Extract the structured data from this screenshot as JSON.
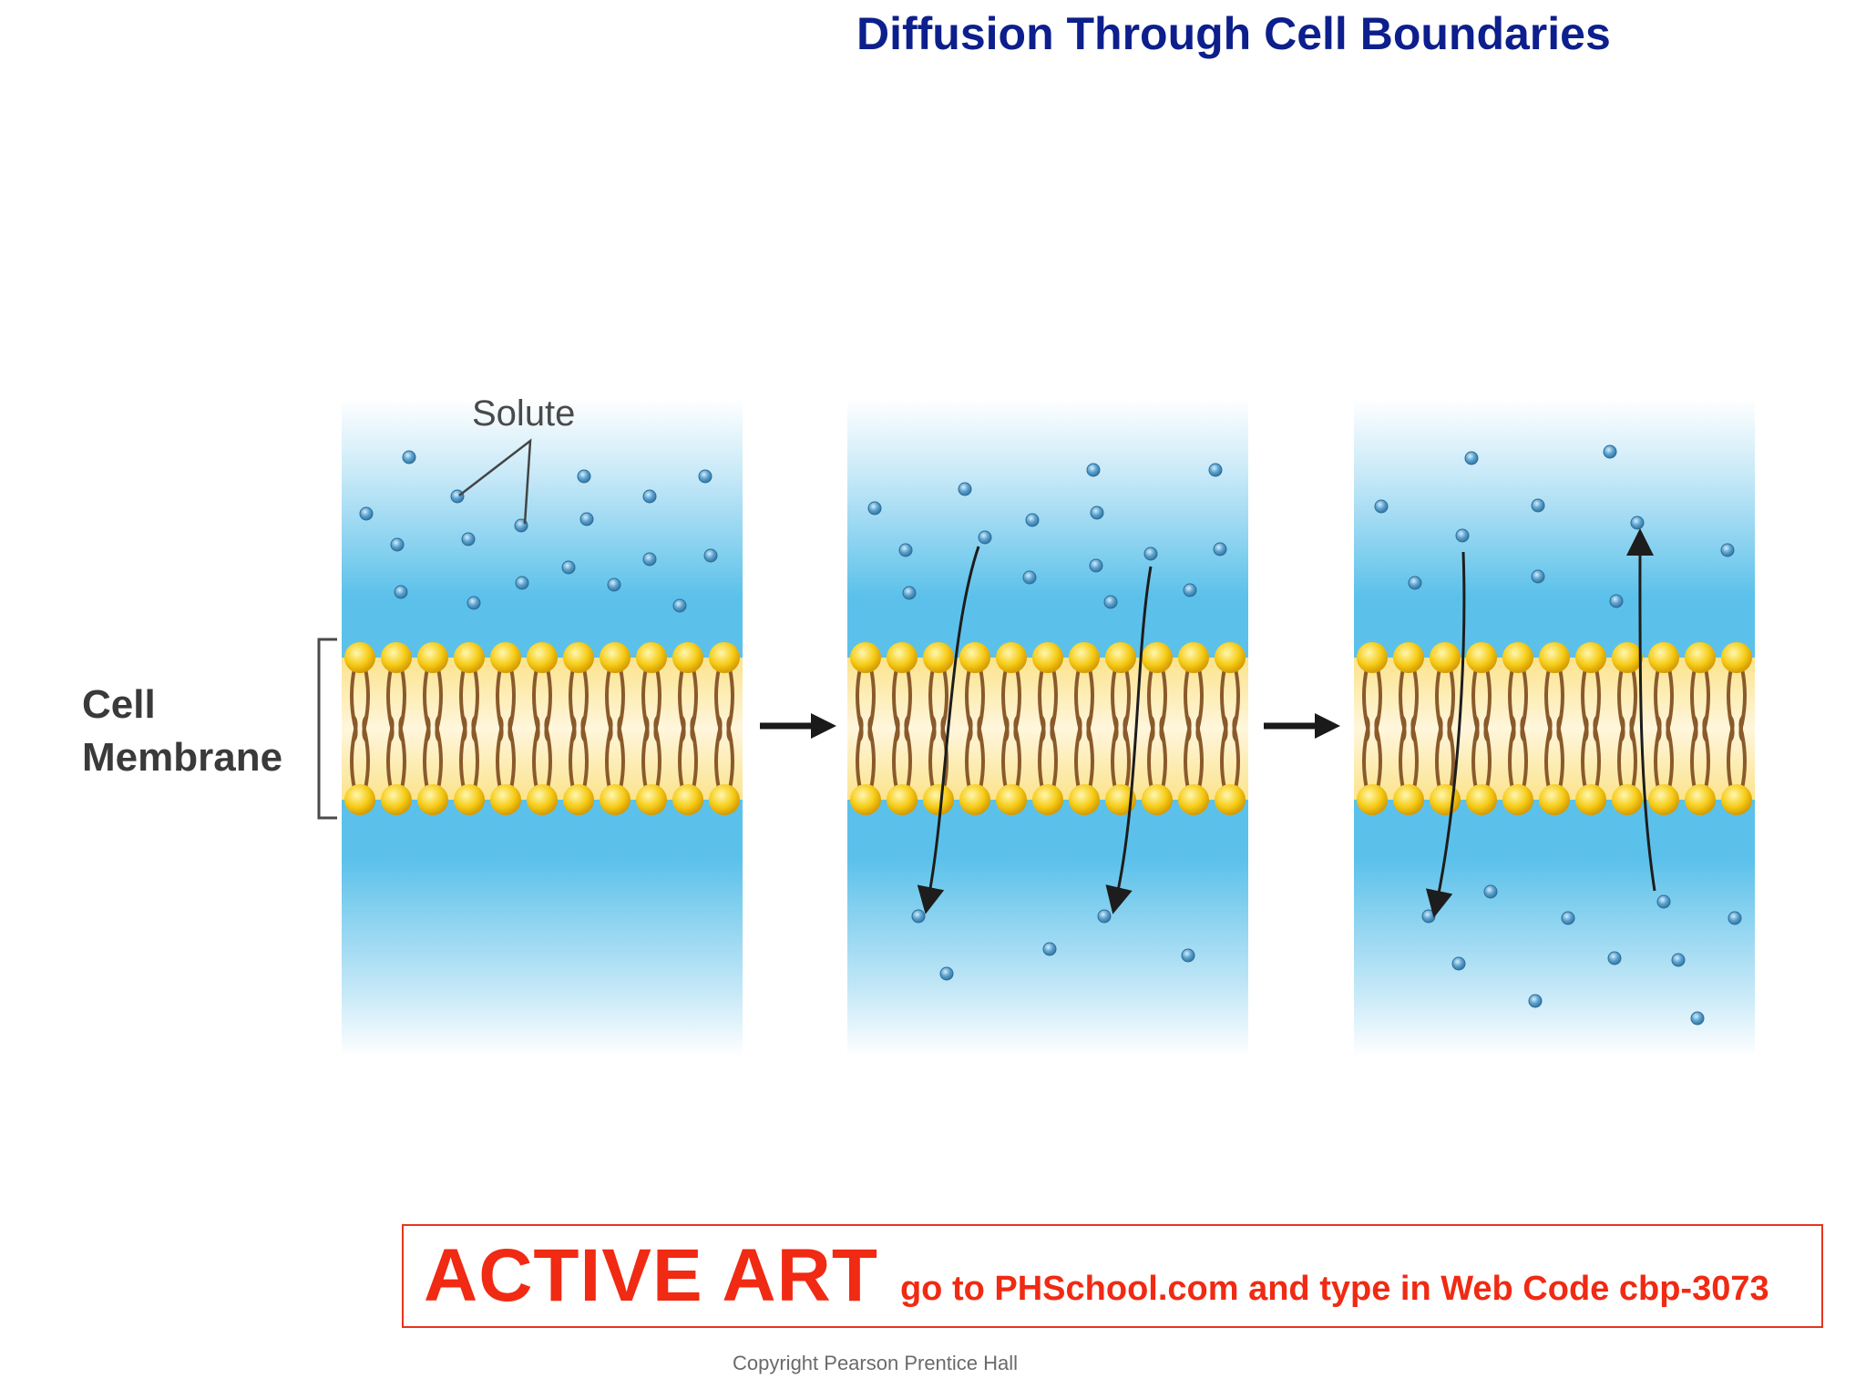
{
  "title": "Diffusion Through Cell Boundaries",
  "labels": {
    "cell": "Cell",
    "membrane": "Membrane",
    "solute": "Solute"
  },
  "banner": {
    "main": "ACTIVE ART",
    "sub": "go to PHSchool.com and type in Web Code cbp-3073"
  },
  "copyright": "Copyright Pearson Prentice Hall",
  "panels": [
    {
      "stage": 1,
      "description_hidden": true
    },
    {
      "stage": 2,
      "description_hidden": true
    },
    {
      "stage": 3,
      "description_hidden": true
    }
  ],
  "colors": {
    "title": "#0d1f8c",
    "banner": "#f02a13",
    "water": "#5bbfe9",
    "lipid_head": "#f5c400",
    "lipid_tail": "#8a5a2b",
    "solute": "#4a90c2"
  }
}
